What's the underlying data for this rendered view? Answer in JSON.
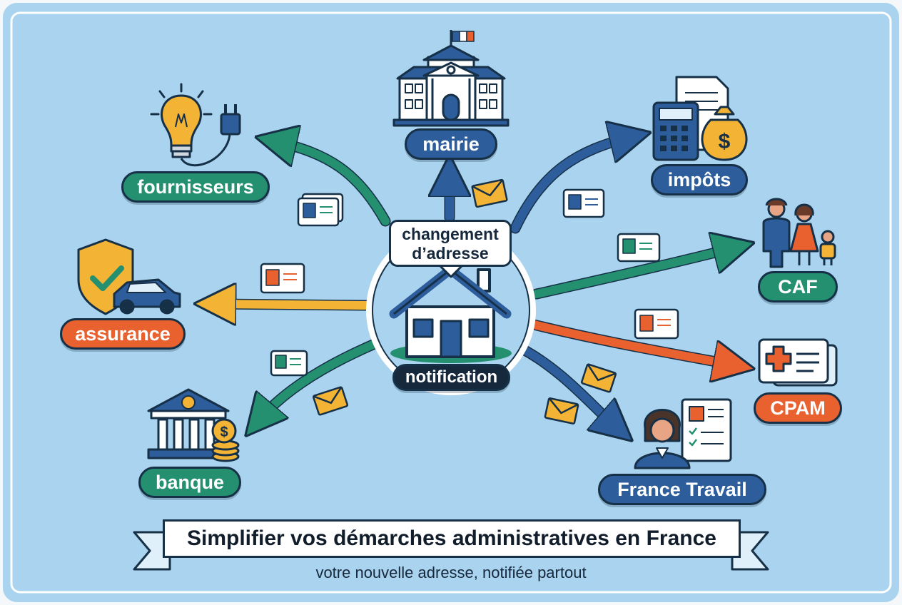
{
  "center": {
    "bubble_line1": "changement",
    "bubble_line2": "d’adresse",
    "notification_label": "notification"
  },
  "destinations": [
    {
      "id": "mairie",
      "label": "mairie",
      "icon": "town-hall-icon",
      "color": "#2e5d9c"
    },
    {
      "id": "impots",
      "label": "impôts",
      "icon": "tax-calculator-icon",
      "color": "#2e5d9c"
    },
    {
      "id": "caf",
      "label": "CAF",
      "icon": "family-icon",
      "color": "#24906f"
    },
    {
      "id": "cpam",
      "label": "CPAM",
      "icon": "health-card-icon",
      "color": "#e8612f"
    },
    {
      "id": "france-travail",
      "label": "France Travail",
      "icon": "job-advisor-icon",
      "color": "#2e5d9c"
    },
    {
      "id": "banque",
      "label": "banque",
      "icon": "bank-icon",
      "color": "#24906f"
    },
    {
      "id": "assurance",
      "label": "assurance",
      "icon": "insurance-shield-car-icon",
      "color": "#e8612f"
    },
    {
      "id": "fournisseurs",
      "label": "fournisseurs",
      "icon": "lightbulb-plug-icon",
      "color": "#24906f"
    }
  ],
  "banner": {
    "title": "Simplifier vos démarches administratives en France",
    "subtitle": "votre nouvelle adresse, notifiée partout"
  },
  "colors": {
    "background": "#a9d3ee",
    "frame": "#ffffff",
    "outline": "#163047",
    "green": "#24906f",
    "blue": "#2e5d9c",
    "orange": "#e8612f",
    "yellow": "#f3b335"
  }
}
